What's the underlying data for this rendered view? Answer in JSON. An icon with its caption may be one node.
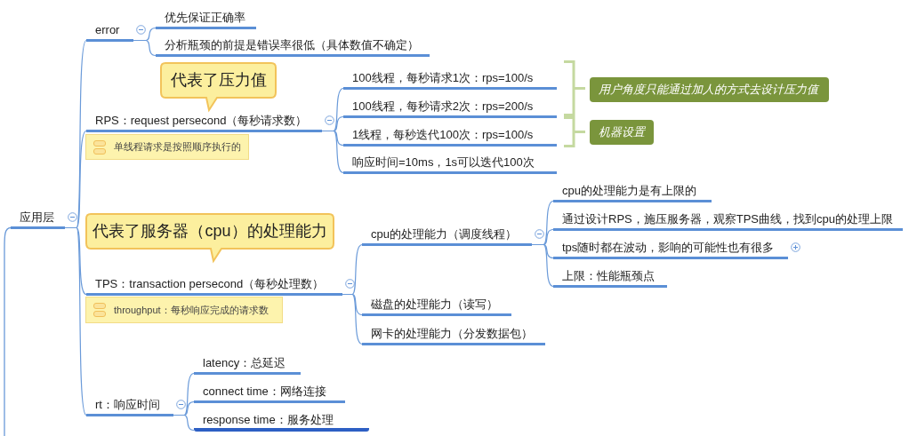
{
  "diagram": {
    "nodes": [
      {
        "text": [
          "应用层"
        ]
      },
      {
        "text": [
          "error"
        ]
      },
      {
        "text": [
          "优先保证正确率"
        ]
      },
      {
        "text": [
          "分析瓶颈的前提是错误率很低（具体数值不确定）"
        ]
      },
      {
        "text": [
          "代表了压力值"
        ]
      },
      {
        "text": [
          "RPS：request persecond（每秒请求数）"
        ]
      },
      {
        "text": [
          "单线程请求是按照顺序执行的"
        ]
      },
      {
        "text": [
          "100线程，每秒请求1次：rps=100/s"
        ]
      },
      {
        "text": [
          "100线程，每秒请求2次：rps=200/s"
        ]
      },
      {
        "text": [
          "1线程，每秒迭代100次：rps=100/s"
        ]
      },
      {
        "text": [
          "响应时间=10ms，1s可以迭代100次"
        ]
      },
      {
        "text": [
          "用户角度只能通过加人的方式去设计压力值"
        ]
      },
      {
        "text": [
          "机器设置"
        ]
      },
      {
        "text": [
          "代表了服务器（cpu）的处理能力"
        ]
      },
      {
        "text": [
          "TPS：transaction persecond（每秒处理数）"
        ]
      },
      {
        "text": [
          "throughput：每秒响应完成的请求数"
        ]
      },
      {
        "text": [
          "cpu的处理能力（调度线程）"
        ]
      },
      {
        "text": [
          "cpu的处理能力是有上限的"
        ]
      },
      {
        "text": [
          "通过设计RPS，施压服务器，观察TPS曲线，找到cpu的处理上限"
        ]
      },
      {
        "text": [
          "tps随时都在波动，影响的可能性也有很多"
        ]
      },
      {
        "text": [
          "上限：性能瓶颈点"
        ]
      },
      {
        "text": [
          "磁盘的处理能力（读写）"
        ]
      },
      {
        "text": [
          "网卡的处理能力（分发数据包）"
        ]
      },
      {
        "text": [
          "rt：响应时间"
        ]
      },
      {
        "text": [
          "latency：总延迟"
        ]
      },
      {
        "text": [
          "connect time：网络连接"
        ]
      },
      {
        "text": [
          "response time：服务处理"
        ]
      }
    ],
    "edges": [
      {
        "from": 0,
        "to": 1,
        "arrow": "none"
      },
      {
        "from": 0,
        "to": 5,
        "arrow": "none"
      },
      {
        "from": 0,
        "to": 14,
        "arrow": "none"
      },
      {
        "from": 0,
        "to": 23,
        "arrow": "none"
      },
      {
        "from": 1,
        "to": 2,
        "arrow": "none"
      },
      {
        "from": 1,
        "to": 3,
        "arrow": "none"
      },
      {
        "from": 5,
        "to": 7,
        "arrow": "none"
      },
      {
        "from": 5,
        "to": 8,
        "arrow": "none"
      },
      {
        "from": 5,
        "to": 9,
        "arrow": "none"
      },
      {
        "from": 5,
        "to": 10,
        "arrow": "none"
      },
      {
        "from": 14,
        "to": 16,
        "arrow": "none"
      },
      {
        "from": 14,
        "to": 21,
        "arrow": "none"
      },
      {
        "from": 14,
        "to": 22,
        "arrow": "none"
      },
      {
        "from": 16,
        "to": 17,
        "arrow": "none"
      },
      {
        "from": 16,
        "to": 18,
        "arrow": "none"
      },
      {
        "from": 16,
        "to": 19,
        "arrow": "none"
      },
      {
        "from": 16,
        "to": 20,
        "arrow": "none"
      },
      {
        "from": 23,
        "to": 24,
        "arrow": "none"
      },
      {
        "from": 23,
        "to": 25,
        "arrow": "none"
      },
      {
        "from": 23,
        "to": 26,
        "arrow": "none"
      }
    ]
  }
}
